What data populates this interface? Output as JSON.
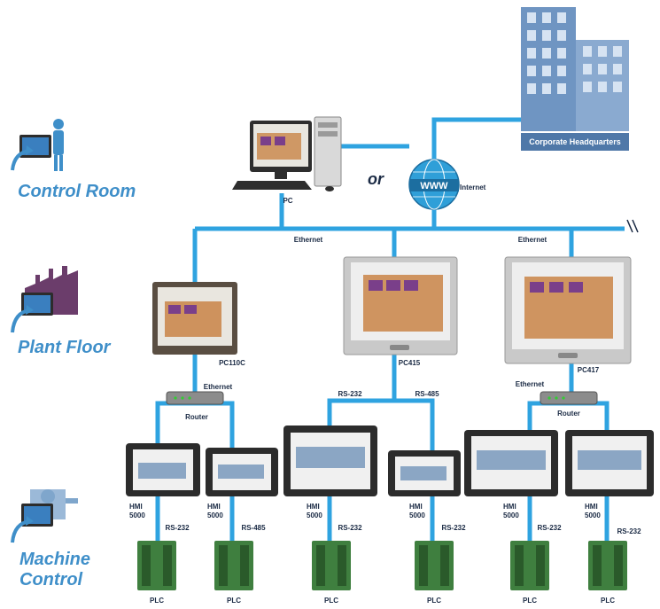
{
  "zones": {
    "control_room": "Control Room",
    "plant_floor": "Plant Floor",
    "machine_control": [
      "Machine",
      "Control"
    ]
  },
  "pc": {
    "label": "PC"
  },
  "or_text": "or",
  "internet": {
    "www": "WWW",
    "label": "Internet"
  },
  "hq": {
    "label": "Corporate Headquarters"
  },
  "ethernet_labels": [
    "Ethernet",
    "Ethernet",
    "Ethernet",
    "Ethernet"
  ],
  "panels": {
    "pc110c": "PC110C",
    "pc415": "PC415",
    "pc417": "PC417"
  },
  "routers": [
    "Router",
    "Router"
  ],
  "serial_labels": {
    "pc415_left": "RS-232",
    "pc415_right": "RS-485",
    "hmi1": "RS-232",
    "hmi2": "RS-485",
    "hmi3": "RS-232",
    "hmi4": "RS-232",
    "hmi5": "RS-232",
    "hmi6": "RS-232"
  },
  "hmi_labels": [
    [
      "HMI",
      "5000"
    ],
    [
      "HMI",
      "5000"
    ],
    [
      "HMI",
      "5000"
    ],
    [
      "HMI",
      "5000"
    ],
    [
      "HMI",
      "5000"
    ],
    [
      "HMI",
      "5000"
    ]
  ],
  "plc_labels": [
    "PLC",
    "PLC",
    "PLC",
    "PLC",
    "PLC",
    "PLC"
  ],
  "colors": {
    "network": "#2fa3e0",
    "zone_text": "#3f8fc9",
    "label_text": "#1a2a44"
  }
}
